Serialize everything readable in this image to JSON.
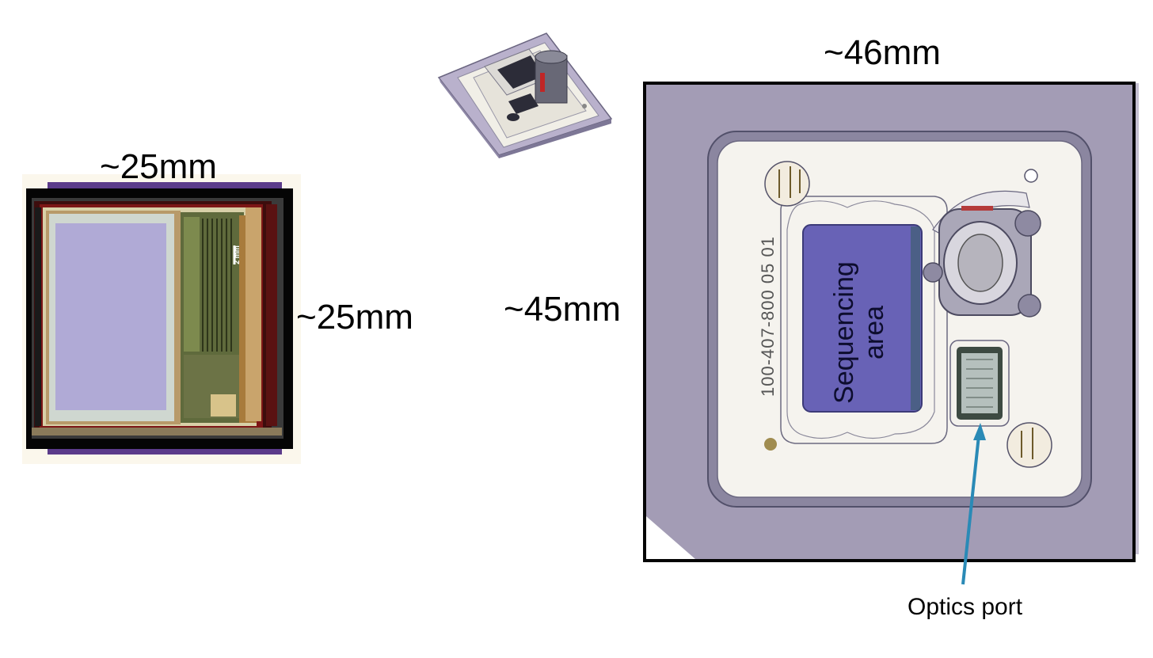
{
  "chip": {
    "width_label": "~25mm",
    "height_label": "~25mm",
    "scale_bar_label": "2 mm"
  },
  "cartridge": {
    "width_label": "~46mm",
    "height_label": "~45mm",
    "part_number": "100-407-800 05 01",
    "sequencing_label_line1": "Sequencing",
    "sequencing_label_line2": "area",
    "optics_label": "Optics port"
  },
  "colors": {
    "cartridge_frame": "#a39cb5",
    "sequencing_area": "#6862b6",
    "chip_pad": "#b0aad6",
    "chip_trace": "#7d1616",
    "chip_logic": "#5f6a3c",
    "arrow": "#2a8ab6"
  }
}
